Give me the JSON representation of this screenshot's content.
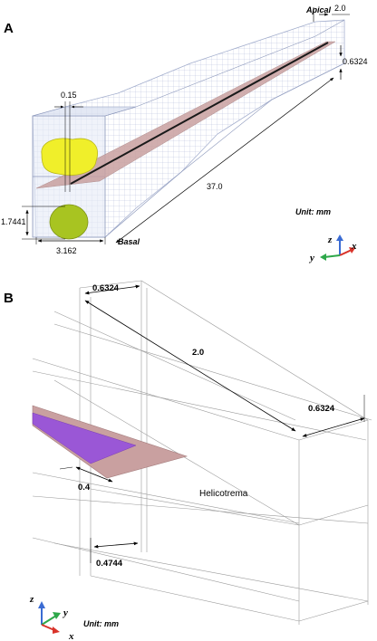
{
  "panel_a": {
    "label": "A",
    "apical": "Apical",
    "basal": "Basal",
    "dim_apex_width": "2.0",
    "dim_apex_height": "0.6324",
    "dim_membrane_width": "0.15",
    "dim_length": "37.0",
    "dim_round_window": "1.7441",
    "dim_base_width": "3.162",
    "unit": "Unit: mm",
    "axes": {
      "z": "z",
      "x": "x",
      "y": "y"
    }
  },
  "panel_b": {
    "label": "B",
    "dim_top_left": "0.6324",
    "dim_span": "2.0",
    "dim_top_right": "0.6324",
    "dim_partition_width": "0.4",
    "dim_bottom": "0.4744",
    "helicotrema": "Helicotrema",
    "unit": "Unit: mm",
    "axes": {
      "z": "z",
      "y": "y",
      "x": "x"
    }
  },
  "colors": {
    "mesh": "#9aa6c8",
    "mesh_fill": "#dfe5f3",
    "partition": "#c9a0a0",
    "basilar": "#9a57d6",
    "oval_window": "#f0ef2a",
    "round_window": "#a8c421",
    "axis_z": "#3a6bd3",
    "axis_x": "#d9332a",
    "axis_y": "#2ea84a"
  }
}
